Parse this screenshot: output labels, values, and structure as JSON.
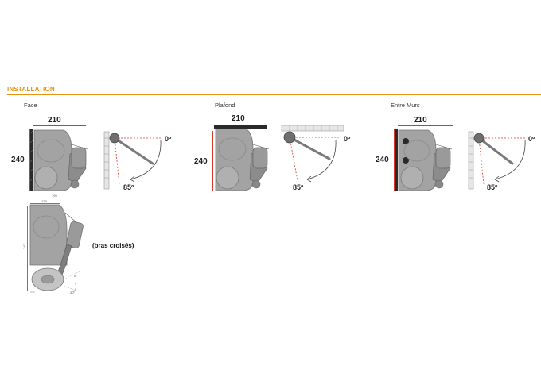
{
  "header": {
    "title": "INSTALLATION"
  },
  "colors": {
    "accent": "#e8920f",
    "dimension_red": "#d23a2a",
    "motor_grey": "#9a9a9a",
    "motor_dark": "#6e6e6e",
    "arm": "#7a7a7a",
    "wall_hatch": "#2a2a2a"
  },
  "views": [
    {
      "label": "Face",
      "width_dim": "210",
      "height_dim": "240",
      "angle_start": "0º",
      "angle_end": "85º"
    },
    {
      "label": "Plafond",
      "width_dim": "210",
      "height_dim": "240",
      "angle_start": "0º",
      "angle_end": "85º"
    },
    {
      "label": "Entre Murs",
      "width_dim": "210",
      "height_dim": "240",
      "angle_start": "0º",
      "angle_end": "85º"
    }
  ],
  "detail": {
    "note": "(bras croisés)",
    "dim_outer": "199",
    "dim_inner": "129",
    "dim_height": "242",
    "angle_a": "0°",
    "angle_b": "30°"
  }
}
